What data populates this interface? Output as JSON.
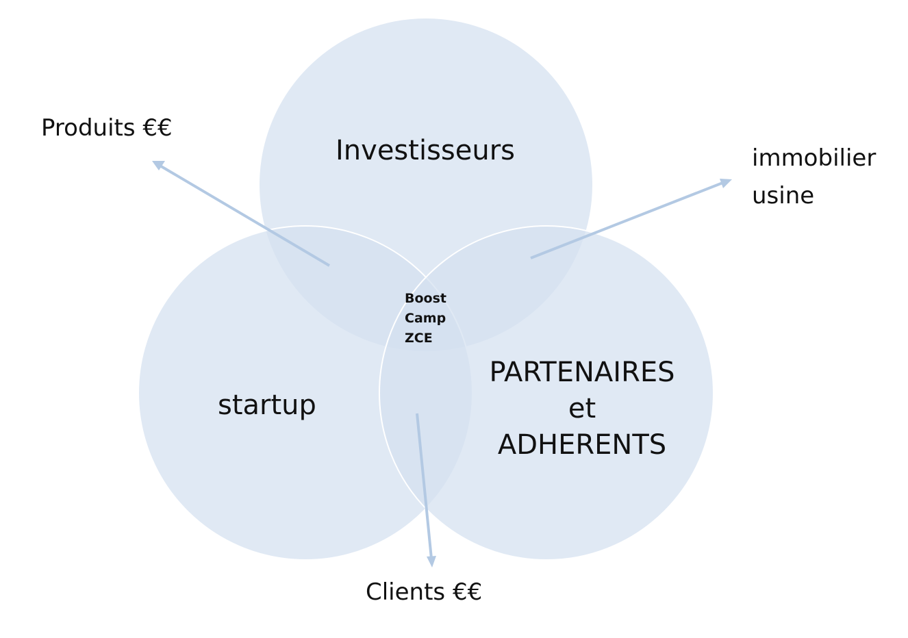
{
  "sets": {
    "investors": "Investisseurs",
    "startup": "startup",
    "partners": {
      "line1": "PARTENAIRES",
      "line2": "et",
      "line3": "ADHERENTS"
    }
  },
  "center": {
    "line1": "Boost",
    "line2": "Camp",
    "line3": "ZCE"
  },
  "outputs": {
    "products": "Produits €€",
    "real_estate": {
      "line1": "immobilier",
      "line2": "usine"
    },
    "clients": "Clients €€"
  },
  "colors": {
    "circle_fill": "#d4e0f0",
    "arrow": "#b3c9e3"
  }
}
